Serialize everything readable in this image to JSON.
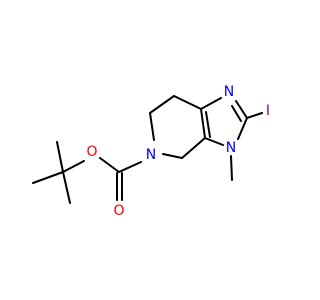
{
  "molecule": {
    "atoms": [
      {
        "id": "O_carbonyl",
        "label": "O",
        "color": "#ff0000"
      },
      {
        "id": "O_ester",
        "label": "O",
        "color": "#ff0000"
      },
      {
        "id": "N_ring",
        "label": "N",
        "color": "#0000ff"
      },
      {
        "id": "N_imine",
        "label": "N",
        "color": "#0000ff"
      },
      {
        "id": "N_methyl",
        "label": "N",
        "color": "#0000ff"
      },
      {
        "id": "I",
        "label": "I",
        "color": "#940094"
      }
    ]
  }
}
